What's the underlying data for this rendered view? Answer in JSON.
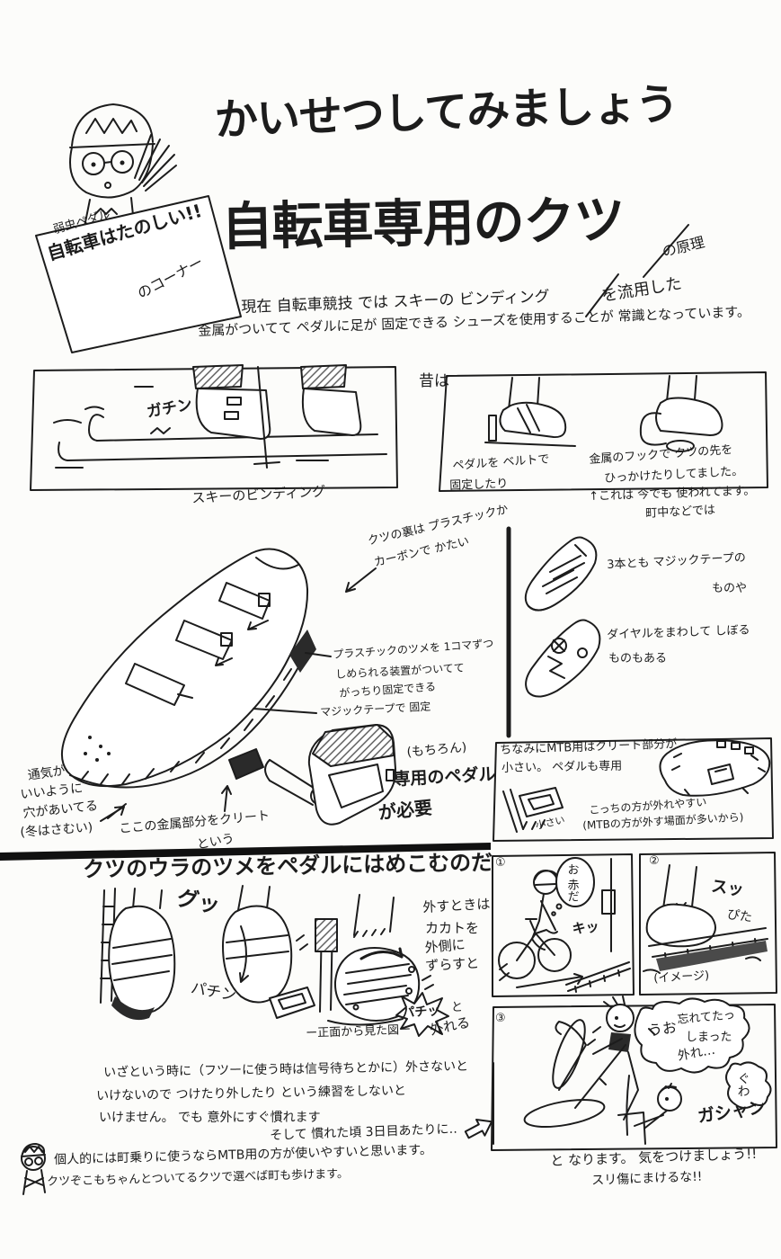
{
  "header": {
    "corner": {
      "series": "弱虫ペダル",
      "title": "自転車はたのしい!!",
      "suffix": "のコーナー"
    },
    "title_line1": "かいせつしてみましょう",
    "title_line2": "自転車専用のクツ",
    "annot_principle": "の原理",
    "annot_adapted": "を流用した",
    "intro_line1": "現在 自転車競技 では スキーの ビンディング",
    "intro_line2": "金属がついてて ペダルに足が 固定できる シューズを使用することが 常識となっています。"
  },
  "ski_panel": {
    "sfx": "ガチン",
    "caption": "スキーのビンディング"
  },
  "past_panel": {
    "label": "昔は",
    "left_caption1": "ペダルを ベルトで",
    "left_caption2": "固定したり",
    "right_caption1": "金属のフックで クツの先を",
    "right_caption2": "ひっかけたりしてました。",
    "note1": "↑これは 今でも 使われてます。",
    "note2": "町中などでは"
  },
  "shoe": {
    "sole1": "クツの裏は プラスチックか",
    "sole2": "カーボンで かたい",
    "ratchet1": "プラスチックのツメを 1コマずつ",
    "ratchet2": "しめられる装置がついてて",
    "ratchet3": "がっちり固定できる",
    "velcro": "マジックテープで 固定",
    "vent1": "通気が",
    "vent2": "いいように",
    "vent3": "穴があいてる",
    "vent4": "(冬はさむい)",
    "cleat1": "ここの金属部分をクリート",
    "cleat2": "という",
    "alt1a": "3本とも マジックテープの",
    "alt1b": "ものや",
    "alt2a": "ダイヤルをまわして しぼる",
    "alt2b": "ものもある",
    "pedal1": "(もちろん)",
    "pedal2": "専用のペダル",
    "pedal3": "が必要"
  },
  "mtb": {
    "line1": "ちなみにMTB用はクリート部分が",
    "line2": "小さい。 ペダルも専用",
    "small": "小さい",
    "note1": "こっちの方が外れやすい",
    "note2": "(MTBの方が外す場面が多いから)"
  },
  "howto": {
    "heading": "クツのウラのツメをペダルにはめこむのだ",
    "sfx_gu": "グッ",
    "sfx_pachin": "パチン",
    "remove1": "外すときは",
    "remove2": "カカトを",
    "remove3": "外側に",
    "remove4": "ずらすと",
    "sfx_pachi": "パチッ",
    "pachi_to": "と",
    "pachi_release": "外れる",
    "front_view_caption": "ー正面から見た図ー"
  },
  "comic": {
    "p1_no": "①",
    "p1_bubble": "お 赤だ",
    "p1_sfx": "キッ",
    "p2_no": "②",
    "p2_sfx1": "スッ",
    "p2_sfx2": "ぴた",
    "p2_caption": "(イメージ)",
    "p3_no": "③",
    "p3_b1": "うお",
    "p3_b2": "忘れてたっ",
    "p3_b3": "しまった",
    "p3_b4": "外れ…",
    "p3_sfx1": "ぐわ",
    "p3_sfx2": "ガシャン",
    "result1": "と なります。 気をつけましょう!!",
    "result2": "スリ傷にまけるな!!"
  },
  "outro": {
    "line1": "いざという時に（フツーに使う時は信号待ちとかに）外さないと",
    "line2": "いけないので つけたり外したり という練習をしないと",
    "line3": "いけません。 でも 意外にすぐ慣れます",
    "line4": "そして 慣れた頃 3日目あたりに‥",
    "tip1": "個人的には町乗りに使うならMTB用の方が使いやすいと思います。",
    "tip2": "クツぞこもちゃんとついてるクツで選べば町も歩けます。"
  }
}
